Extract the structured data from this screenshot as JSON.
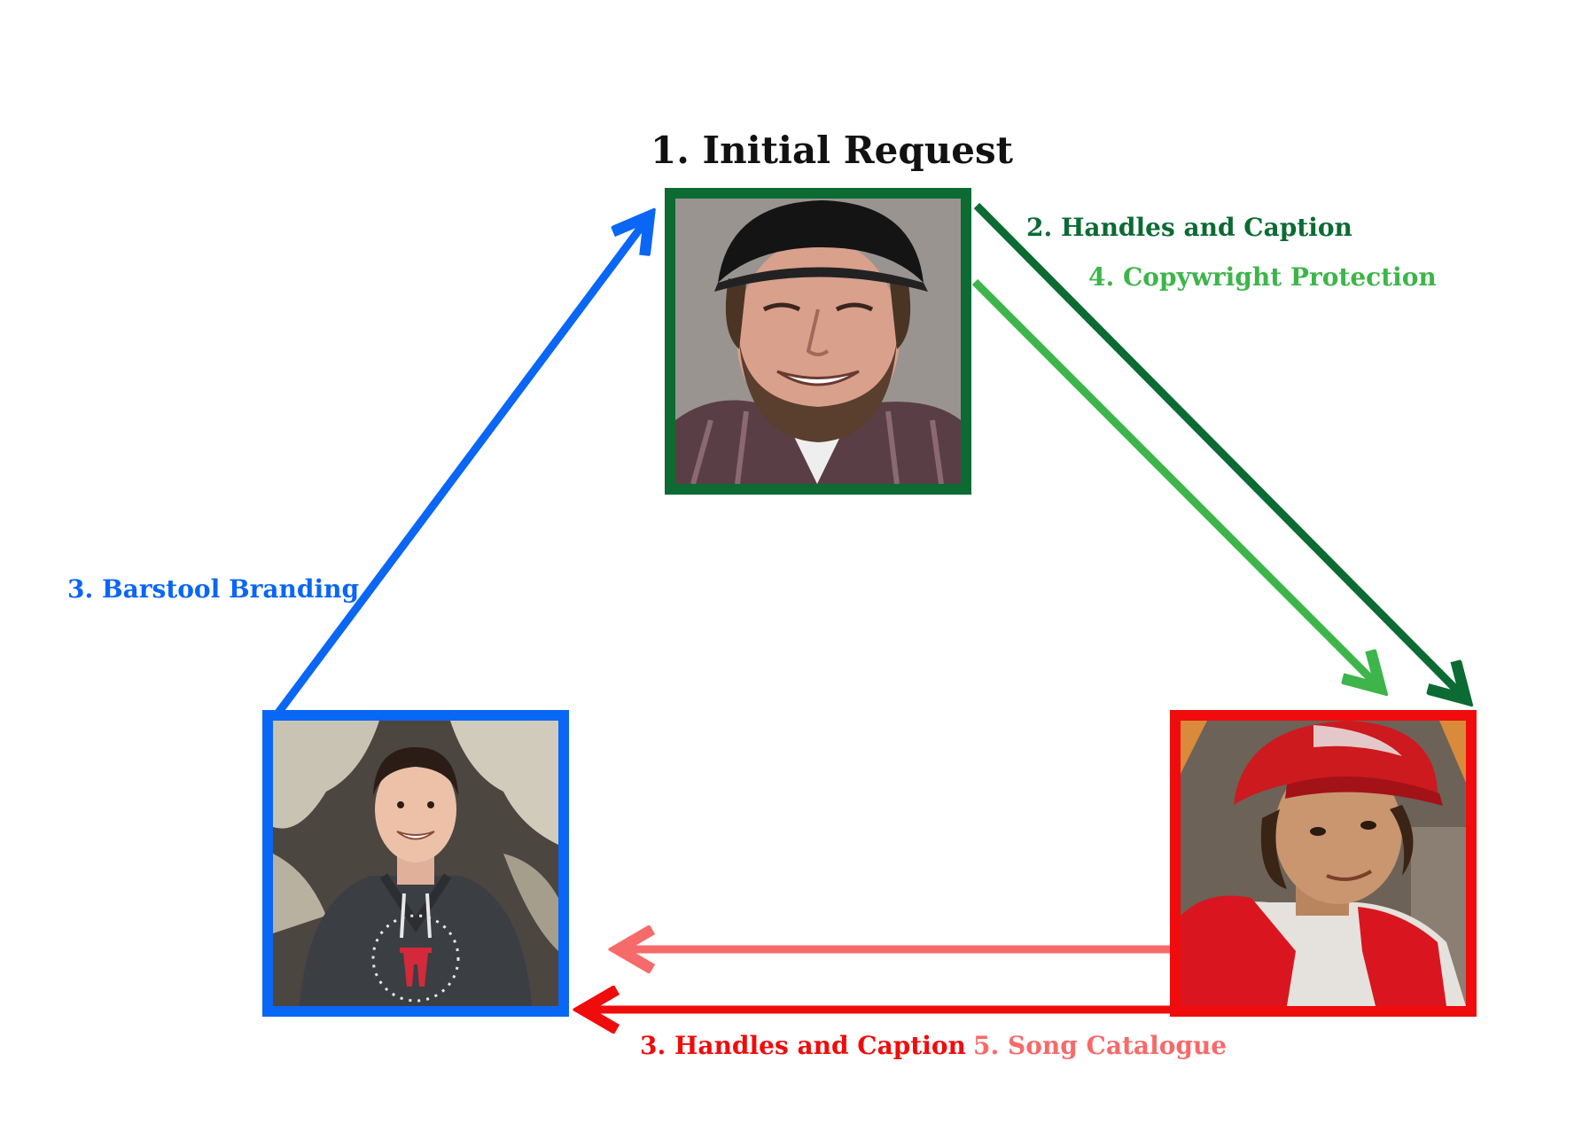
{
  "title": "1. Initial Request",
  "labels": {
    "handles_caption_top": "2. Handles and Caption",
    "copyright_protection": "4. Copywright Protection",
    "barstool_branding": "3. Barstool Branding",
    "handles_caption_bottom": "3. Handles and Caption",
    "song_catalogue": "5. Song Catalogue"
  },
  "colors": {
    "dark_green": "#0b6b33",
    "light_green": "#3db54a",
    "blue": "#0a66f5",
    "red": "#f00c0c",
    "light_red": "#f76a6a"
  },
  "nodes": [
    {
      "name": "top-person-photo",
      "frame_color": "dark_green"
    },
    {
      "name": "left-person-photo",
      "frame_color": "blue"
    },
    {
      "name": "right-person-photo",
      "frame_color": "red"
    }
  ]
}
